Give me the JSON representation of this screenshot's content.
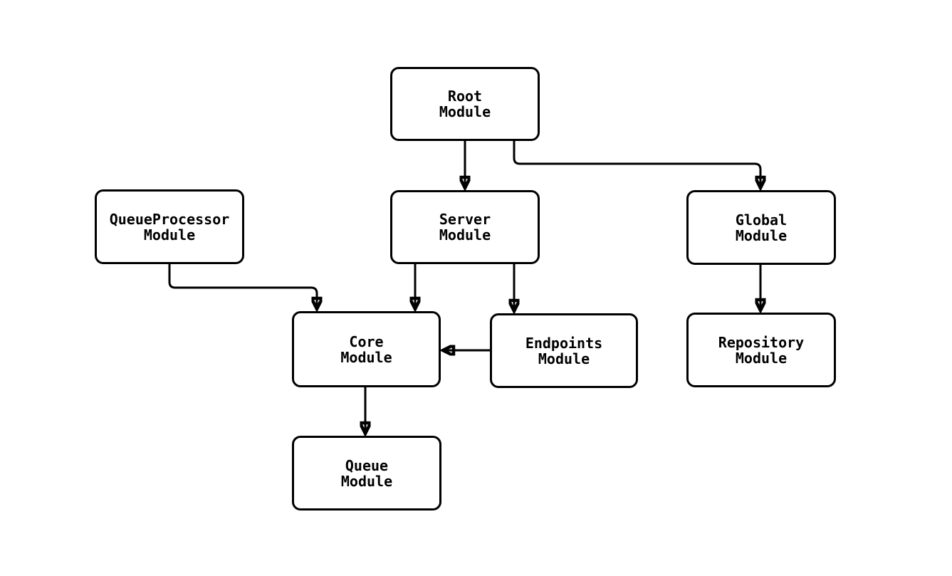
{
  "diagram": {
    "type": "flowchart",
    "background_color": "#ffffff",
    "node_fill_color": "#ffffff",
    "node_border_color": "#000000",
    "edge_color": "#000000",
    "text_color": "#000000",
    "nodes": [
      {
        "id": "root",
        "label": "Root\nModule"
      },
      {
        "id": "server",
        "label": "Server\nModule"
      },
      {
        "id": "global",
        "label": "Global\nModule"
      },
      {
        "id": "queueprocessor",
        "label": "QueueProcessor\nModule"
      },
      {
        "id": "core",
        "label": "Core\nModule"
      },
      {
        "id": "endpoints",
        "label": "Endpoints\nModule"
      },
      {
        "id": "repository",
        "label": "Repository\nModule"
      },
      {
        "id": "queue",
        "label": "Queue\nModule"
      }
    ],
    "edges": [
      {
        "from": "root",
        "to": "server"
      },
      {
        "from": "root",
        "to": "global"
      },
      {
        "from": "queueprocessor",
        "to": "core"
      },
      {
        "from": "server",
        "to": "core"
      },
      {
        "from": "server",
        "to": "endpoints"
      },
      {
        "from": "endpoints",
        "to": "core"
      },
      {
        "from": "global",
        "to": "repository"
      },
      {
        "from": "core",
        "to": "queue"
      }
    ]
  }
}
